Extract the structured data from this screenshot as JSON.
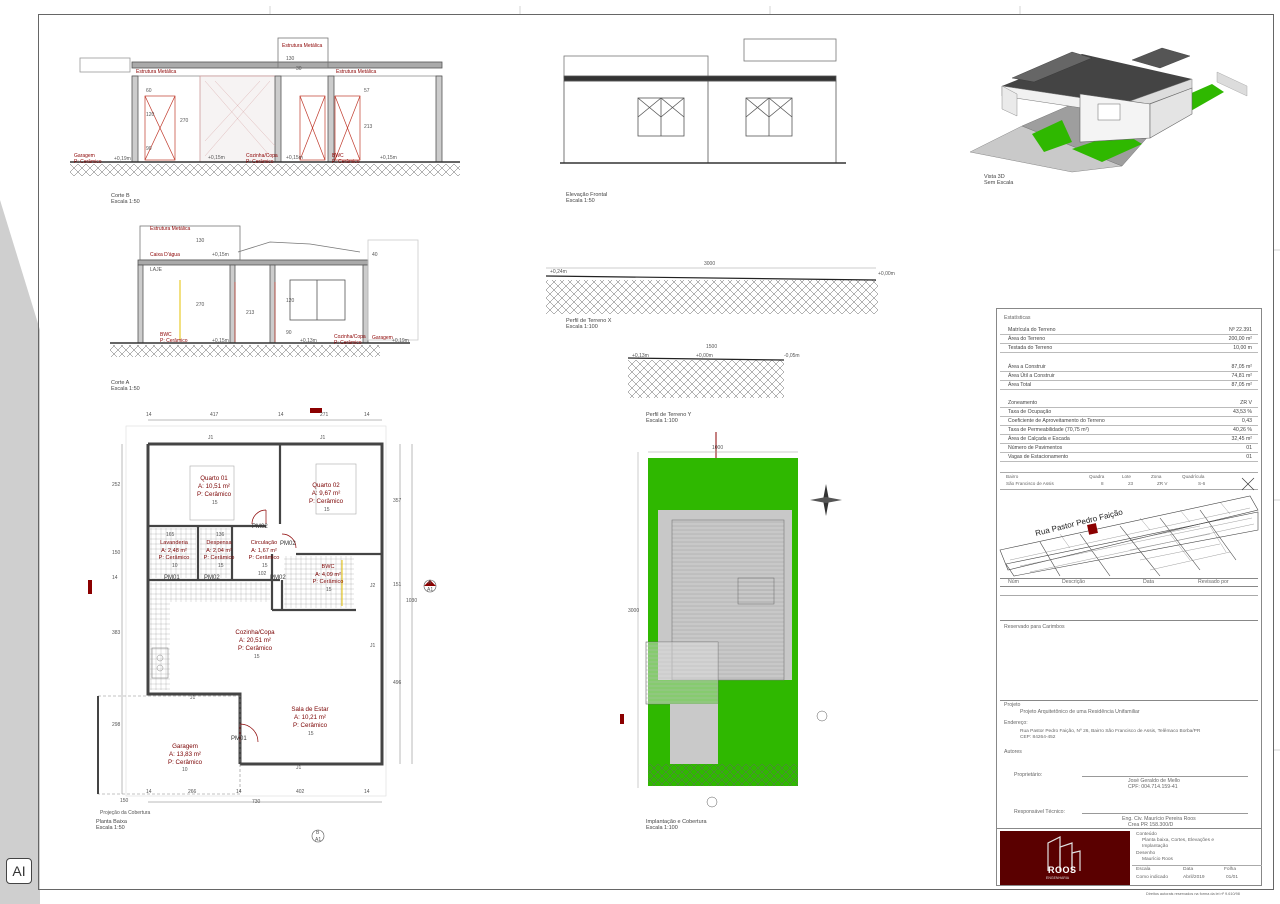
{
  "corner_badge": "AI",
  "drawings": {
    "corte_b": {
      "title": "Corte B",
      "scale": "Escala 1:50"
    },
    "corte_a": {
      "title": "Corte A",
      "scale": "Escala 1:50"
    },
    "elevacao_frontal": {
      "title": "Elevação Frontal",
      "scale": "Escala 1:50"
    },
    "vista_3d": {
      "title": "Vista 3D",
      "scale": "Sem Escala"
    },
    "perfil_x": {
      "title": "Perfil de Terreno X",
      "scale": "Escala 1:100"
    },
    "perfil_y": {
      "title": "Perfil de Terreno Y",
      "scale": "Escala 1:100"
    },
    "planta_baixa": {
      "title": "Planta Baixa",
      "scale": "Escala 1:50"
    },
    "implantacao": {
      "title": "Implantação e Cobertura",
      "scale": "Escala 1:100"
    }
  },
  "section_labels": {
    "estrutura_metalica": "Estrutura Metálica",
    "garagem_piso": "Garagem",
    "ceramico": "P: Cerâmico",
    "cozinha_copa": "Cozinha/Copa",
    "bwc": "BWC",
    "caixa_agua": "Caixa D'água",
    "laje": "LAJE",
    "h270": "270",
    "h130": "130",
    "h213": "213",
    "h120": "120",
    "h90": "90",
    "h60": "60",
    "h57": "57",
    "h30": "30",
    "h40": "40",
    "lev_019": "+0,19m",
    "lev_015": "+0,15m",
    "lev_013": "+0,13m",
    "lev_024": "+0,24m",
    "lev_000": "+0,00m",
    "lev_neg005": "-0,05m"
  },
  "profile_dims": {
    "x_len": "3000",
    "y_len": "1500"
  },
  "floor_plan": {
    "rooms": [
      {
        "name": "Quarto 01",
        "area": "A: 10,51 m²",
        "floor": "P: Cerâmico",
        "code": "15"
      },
      {
        "name": "Quarto 02",
        "area": "A: 9,67 m²",
        "floor": "P: Cerâmico",
        "code": "15"
      },
      {
        "name": "Lavanderia",
        "area": "A: 2,48 m²",
        "floor": "P: Cerâmico",
        "code": "10"
      },
      {
        "name": "Despensa",
        "area": "A: 2,04 m²",
        "floor": "P: Cerâmico",
        "code": "15"
      },
      {
        "name": "Circulação",
        "area": "A: 1,67 m²",
        "floor": "P: Cerâmico",
        "code": "15"
      },
      {
        "name": "BWC",
        "area": "A: 4,09 m²",
        "floor": "P: Cerâmico",
        "code": "15"
      },
      {
        "name": "Cozinha/Copa",
        "area": "A: 20,51 m²",
        "floor": "P: Cerâmico",
        "code": "15"
      },
      {
        "name": "Sala de Estar",
        "area": "A: 10,21 m²",
        "floor": "P: Cerâmico",
        "code": "15"
      },
      {
        "name": "Garagem",
        "area": "A: 13,83 m²",
        "floor": "P: Cerâmico",
        "code": "10"
      }
    ],
    "doors": [
      "PM02",
      "PM02",
      "PM01",
      "PM02",
      "PM02",
      "PM01"
    ],
    "windows": [
      "J1",
      "J1",
      "J1",
      "J1",
      "J1",
      "J2"
    ],
    "dims_top": [
      "14",
      "417",
      "14",
      "271",
      "14"
    ],
    "dims_bottom": [
      "150",
      "14",
      "266",
      "14",
      "402",
      "14"
    ],
    "dim_730": "730",
    "dims_left": [
      "252",
      "150",
      "14",
      "383",
      "298"
    ],
    "dims_right": [
      "357",
      "151",
      "496"
    ],
    "dim_total": "1030",
    "interior_dims": [
      "165",
      "136",
      "102"
    ],
    "projecao": "Projeção da Cobertura",
    "section_marks": [
      "A",
      "A1",
      "B",
      "A1"
    ]
  },
  "site_plan": {
    "dim_top": "1000",
    "dim_side": "3000"
  },
  "statistics": {
    "title": "Estatísticas",
    "rows": [
      {
        "k": "Matrícula do Terreno",
        "v": "Nº 22.391"
      },
      {
        "k": "Área do Terreno",
        "v": "200,00 m²"
      },
      {
        "k": "Testada do Terreno",
        "v": "10,00 m"
      },
      {
        "k": "Área a Construir",
        "v": "87,05 m²"
      },
      {
        "k": "Área Útil a Construir",
        "v": "74,81 m²"
      },
      {
        "k": "Área Total",
        "v": "87,05 m²"
      },
      {
        "k": "Zoneamento",
        "v": "ZR V"
      },
      {
        "k": "Taxa de Ocupação",
        "v": "43,53 %"
      },
      {
        "k": "Coeficiente de Aproveitamento do Terreno",
        "v": "0,43"
      },
      {
        "k": "Taxa de Permeabilidade (70,75 m²)",
        "v": "40,26 %"
      },
      {
        "k": "Área de Calçada e Escada",
        "v": "32,45 m²"
      },
      {
        "k": "Número de Pavimentos",
        "v": "01"
      },
      {
        "k": "Vagas de Estacionamento",
        "v": "01"
      }
    ]
  },
  "location": {
    "bairro_label": "Bairro",
    "bairro": "São Francisco de Assis",
    "quadra_label": "Quadra",
    "quadra": "8",
    "lote_label": "Lote",
    "lote": "23",
    "zona_label": "Zona",
    "zona": "ZR V",
    "quadricula_label": "Quadrícula",
    "quadricula": "S-6",
    "street": "Rua Pastor Pedro Faição"
  },
  "revisions": {
    "num": "Núm",
    "desc": "Descrição",
    "data": "Data",
    "rev": "Revisado por"
  },
  "stamp_reserved": "Reservado para Carimbos",
  "project": {
    "projeto_label": "Projeto",
    "projeto": "Projeto Arquitetônico de uma Residência Unifamiliar",
    "endereco_label": "Endereço:",
    "endereco1": "Rua Pastor Pedro Faição, Nº 26, Bairro São Francisco de Assis, Telêmaco Borba/PR",
    "endereco2": "CEP: 84264-452",
    "autores_label": "Autores",
    "proprietario_label": "Proprietário:",
    "proprietario1": "José Geraldo de Mello",
    "proprietario2": "CPF: 004.714.159-41",
    "resp_label": "Responsável Técnico:",
    "resp1": "Eng. Civ. Maurício Pereira Roos",
    "resp2": "Crea PR 158.300/D"
  },
  "title_block": {
    "logo_text": "ROOS",
    "logo_sub": "ENGENHARIA",
    "conteudo_label": "Conteúdo",
    "conteudo1": "Planta baixa, Cortes, Elevações e",
    "conteudo2": "Implantação",
    "desenho_label": "Desenho",
    "desenho": "Maurício Roos",
    "escala_label": "Escala",
    "escala": "Como indicado",
    "data_label": "Data",
    "data": "Abril/2019",
    "folha_label": "Folha",
    "folha": "01/01",
    "footer": "Direitos autorais reservados na forma da lei nº 9.610/98"
  },
  "colors": {
    "accent": "#7a0000",
    "grass": "#2fb800",
    "title_bg": "#5a0000"
  }
}
